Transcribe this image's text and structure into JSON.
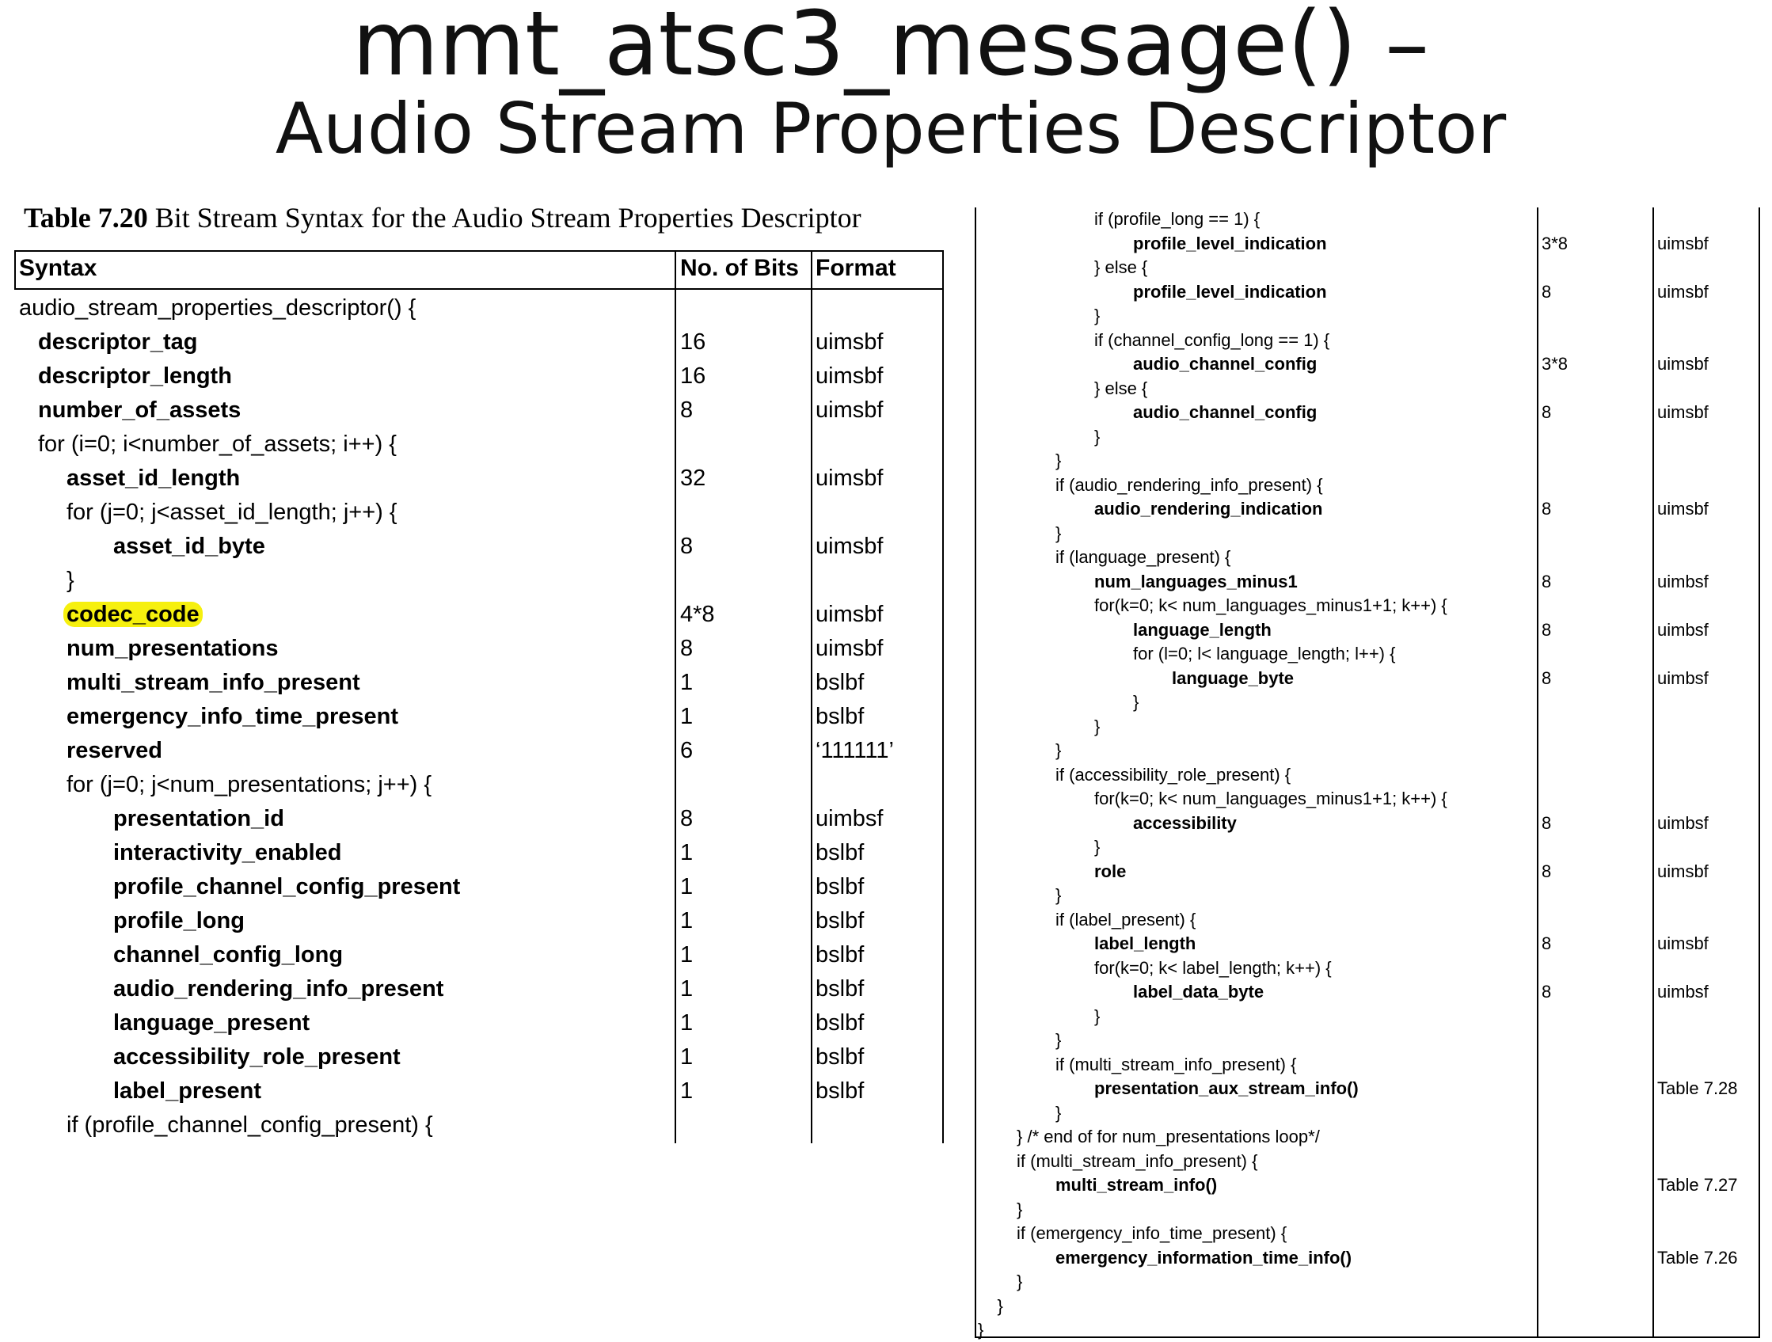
{
  "slide": {
    "title_line1": "mmt_atsc3_message() –",
    "title_line2": "Audio Stream Properties Descriptor"
  },
  "left_table": {
    "caption_bold": "Table 7.20",
    "caption_rest": " Bit Stream Syntax for the Audio Stream Properties Descriptor",
    "headers": [
      "Syntax",
      "No. of Bits",
      "Format"
    ],
    "rows": [
      {
        "syntax": "audio_stream_properties_descriptor() {",
        "bits": "",
        "format": "",
        "indent": 0,
        "bold": false
      },
      {
        "syntax": "descriptor_tag",
        "bits": "16",
        "format": "uimsbf",
        "indent": 1,
        "bold": true
      },
      {
        "syntax": "descriptor_length",
        "bits": "16",
        "format": "uimsbf",
        "indent": 1,
        "bold": true
      },
      {
        "syntax": "number_of_assets",
        "bits": "8",
        "format": "uimsbf",
        "indent": 1,
        "bold": true
      },
      {
        "syntax": "for (i=0; i<number_of_assets; i++) {",
        "bits": "",
        "format": "",
        "indent": 1,
        "bold": false
      },
      {
        "syntax": "asset_id_length",
        "bits": "32",
        "format": "uimsbf",
        "indent": 2,
        "bold": true
      },
      {
        "syntax": "for (j=0; j<asset_id_length; j++) {",
        "bits": "",
        "format": "",
        "indent": 2,
        "bold": false
      },
      {
        "syntax": "asset_id_byte",
        "bits": "8",
        "format": "uimsbf",
        "indent": 3,
        "bold": true
      },
      {
        "syntax": "}",
        "bits": "",
        "format": "",
        "indent": 2,
        "bold": false
      },
      {
        "syntax": "codec_code",
        "bits": "4*8",
        "format": "uimsbf",
        "indent": 2,
        "bold": true,
        "highlight": true
      },
      {
        "syntax": "num_presentations",
        "bits": "8",
        "format": "uimsbf",
        "indent": 2,
        "bold": true
      },
      {
        "syntax": "multi_stream_info_present",
        "bits": "1",
        "format": "bslbf",
        "indent": 2,
        "bold": true
      },
      {
        "syntax": "emergency_info_time_present",
        "bits": "1",
        "format": "bslbf",
        "indent": 2,
        "bold": true
      },
      {
        "syntax": "reserved",
        "bits": "6",
        "format": "‘111111’",
        "indent": 2,
        "bold": true
      },
      {
        "syntax": "for (j=0; j<num_presentations; j++) {",
        "bits": "",
        "format": "",
        "indent": 2,
        "bold": false
      },
      {
        "syntax": "presentation_id",
        "bits": "8",
        "format": "uimbsf",
        "indent": 3,
        "bold": true
      },
      {
        "syntax": "interactivity_enabled",
        "bits": "1",
        "format": "bslbf",
        "indent": 3,
        "bold": true
      },
      {
        "syntax": "profile_channel_config_present",
        "bits": "1",
        "format": "bslbf",
        "indent": 3,
        "bold": true
      },
      {
        "syntax": "profile_long",
        "bits": "1",
        "format": "bslbf",
        "indent": 3,
        "bold": true
      },
      {
        "syntax": "channel_config_long",
        "bits": "1",
        "format": "bslbf",
        "indent": 3,
        "bold": true
      },
      {
        "syntax": "audio_rendering_info_present",
        "bits": "1",
        "format": "bslbf",
        "indent": 3,
        "bold": true
      },
      {
        "syntax": "language_present",
        "bits": "1",
        "format": "bslbf",
        "indent": 3,
        "bold": true
      },
      {
        "syntax": "accessibility_role_present",
        "bits": "1",
        "format": "bslbf",
        "indent": 3,
        "bold": true
      },
      {
        "syntax": "label_present",
        "bits": "1",
        "format": "bslbf",
        "indent": 3,
        "bold": true
      },
      {
        "syntax": "if (profile_channel_config_present) {",
        "bits": "",
        "format": "",
        "indent": 2,
        "bold": false
      }
    ]
  },
  "right_table": {
    "rows": [
      {
        "syntax": "if (profile_long == 1) {",
        "bits": "",
        "format": "",
        "indent": 3,
        "bold": false
      },
      {
        "syntax": "profile_level_indication",
        "bits": "3*8",
        "format": "uimsbf",
        "indent": 4,
        "bold": true
      },
      {
        "syntax": "} else {",
        "bits": "",
        "format": "",
        "indent": 3,
        "bold": false
      },
      {
        "syntax": "profile_level_indication",
        "bits": "8",
        "format": "uimsbf",
        "indent": 4,
        "bold": true
      },
      {
        "syntax": "}",
        "bits": "",
        "format": "",
        "indent": 3,
        "bold": false
      },
      {
        "syntax": "if (channel_config_long == 1) {",
        "bits": "",
        "format": "",
        "indent": 3,
        "bold": false
      },
      {
        "syntax": "audio_channel_config",
        "bits": "3*8",
        "format": "uimsbf",
        "indent": 4,
        "bold": true
      },
      {
        "syntax": "} else {",
        "bits": "",
        "format": "",
        "indent": 3,
        "bold": false
      },
      {
        "syntax": "audio_channel_config",
        "bits": "8",
        "format": "uimsbf",
        "indent": 4,
        "bold": true
      },
      {
        "syntax": "}",
        "bits": "",
        "format": "",
        "indent": 3,
        "bold": false
      },
      {
        "syntax": "}",
        "bits": "",
        "format": "",
        "indent": 2,
        "bold": false
      },
      {
        "syntax": "if (audio_rendering_info_present) {",
        "bits": "",
        "format": "",
        "indent": 2,
        "bold": false
      },
      {
        "syntax": "audio_rendering_indication",
        "bits": "8",
        "format": "uimsbf",
        "indent": 3,
        "bold": true
      },
      {
        "syntax": "}",
        "bits": "",
        "format": "",
        "indent": 2,
        "bold": false
      },
      {
        "syntax": "if (language_present) {",
        "bits": "",
        "format": "",
        "indent": 2,
        "bold": false
      },
      {
        "syntax": "num_languages_minus1",
        "bits": "8",
        "format": "uimbsf",
        "indent": 3,
        "bold": true
      },
      {
        "syntax": "for(k=0; k< num_languages_minus1+1; k++) {",
        "bits": "",
        "format": "",
        "indent": 3,
        "bold": false
      },
      {
        "syntax": "language_length",
        "bits": "8",
        "format": "uimbsf",
        "indent": 4,
        "bold": true
      },
      {
        "syntax": "for (l=0; l< language_length; l++) {",
        "bits": "",
        "format": "",
        "indent": 4,
        "bold": false
      },
      {
        "syntax": "language_byte",
        "bits": "8",
        "format": "uimbsf",
        "indent": 5,
        "bold": true
      },
      {
        "syntax": "}",
        "bits": "",
        "format": "",
        "indent": 4,
        "bold": false
      },
      {
        "syntax": "}",
        "bits": "",
        "format": "",
        "indent": 3,
        "bold": false
      },
      {
        "syntax": "}",
        "bits": "",
        "format": "",
        "indent": 2,
        "bold": false
      },
      {
        "syntax": "if (accessibility_role_present) {",
        "bits": "",
        "format": "",
        "indent": 2,
        "bold": false
      },
      {
        "syntax": "for(k=0; k< num_languages_minus1+1; k++) {",
        "bits": "",
        "format": "",
        "indent": 3,
        "bold": false
      },
      {
        "syntax": "accessibility",
        "bits": "8",
        "format": "uimbsf",
        "indent": 4,
        "bold": true
      },
      {
        "syntax": "}",
        "bits": "",
        "format": "",
        "indent": 3,
        "bold": false
      },
      {
        "syntax": "role",
        "bits": "8",
        "format": "uimsbf",
        "indent": 3,
        "bold": true
      },
      {
        "syntax": "}",
        "bits": "",
        "format": "",
        "indent": 2,
        "bold": false
      },
      {
        "syntax": "if (label_present) {",
        "bits": "",
        "format": "",
        "indent": 2,
        "bold": false
      },
      {
        "syntax": "label_length",
        "bits": "8",
        "format": "uimsbf",
        "indent": 3,
        "bold": true
      },
      {
        "syntax": "for(k=0; k< label_length; k++) {",
        "bits": "",
        "format": "",
        "indent": 3,
        "bold": false
      },
      {
        "syntax": "label_data_byte",
        "bits": "8",
        "format": "uimbsf",
        "indent": 4,
        "bold": true
      },
      {
        "syntax": "}",
        "bits": "",
        "format": "",
        "indent": 3,
        "bold": false
      },
      {
        "syntax": "}",
        "bits": "",
        "format": "",
        "indent": 2,
        "bold": false
      },
      {
        "syntax": "if (multi_stream_info_present) {",
        "bits": "",
        "format": "",
        "indent": 2,
        "bold": false
      },
      {
        "syntax": "presentation_aux_stream_info()",
        "bits": "",
        "format": "Table 7.28",
        "indent": 3,
        "bold": true
      },
      {
        "syntax": "}",
        "bits": "",
        "format": "",
        "indent": 2,
        "bold": false
      },
      {
        "syntax": "} /* end of for num_presentations loop*/",
        "bits": "",
        "format": "",
        "indent": 1,
        "bold": false
      },
      {
        "syntax": "if (multi_stream_info_present) {",
        "bits": "",
        "format": "",
        "indent": 1,
        "bold": false
      },
      {
        "syntax": "multi_stream_info()",
        "bits": "",
        "format": "Table 7.27",
        "indent": 2,
        "bold": true
      },
      {
        "syntax": "}",
        "bits": "",
        "format": "",
        "indent": 1,
        "bold": false
      },
      {
        "syntax": "if (emergency_info_time_present) {",
        "bits": "",
        "format": "",
        "indent": 1,
        "bold": false
      },
      {
        "syntax": "emergency_information_time_info()",
        "bits": "",
        "format": "Table 7.26",
        "indent": 2,
        "bold": true
      },
      {
        "syntax": "}",
        "bits": "",
        "format": "",
        "indent": 1,
        "bold": false
      },
      {
        "syntax": "}",
        "bits": "",
        "format": "",
        "indent": 0.5,
        "bold": false
      },
      {
        "syntax": "}",
        "bits": "",
        "format": "",
        "indent": 0,
        "bold": false
      }
    ]
  },
  "colors": {
    "highlight": "#f6f00e",
    "text": "#000000"
  }
}
